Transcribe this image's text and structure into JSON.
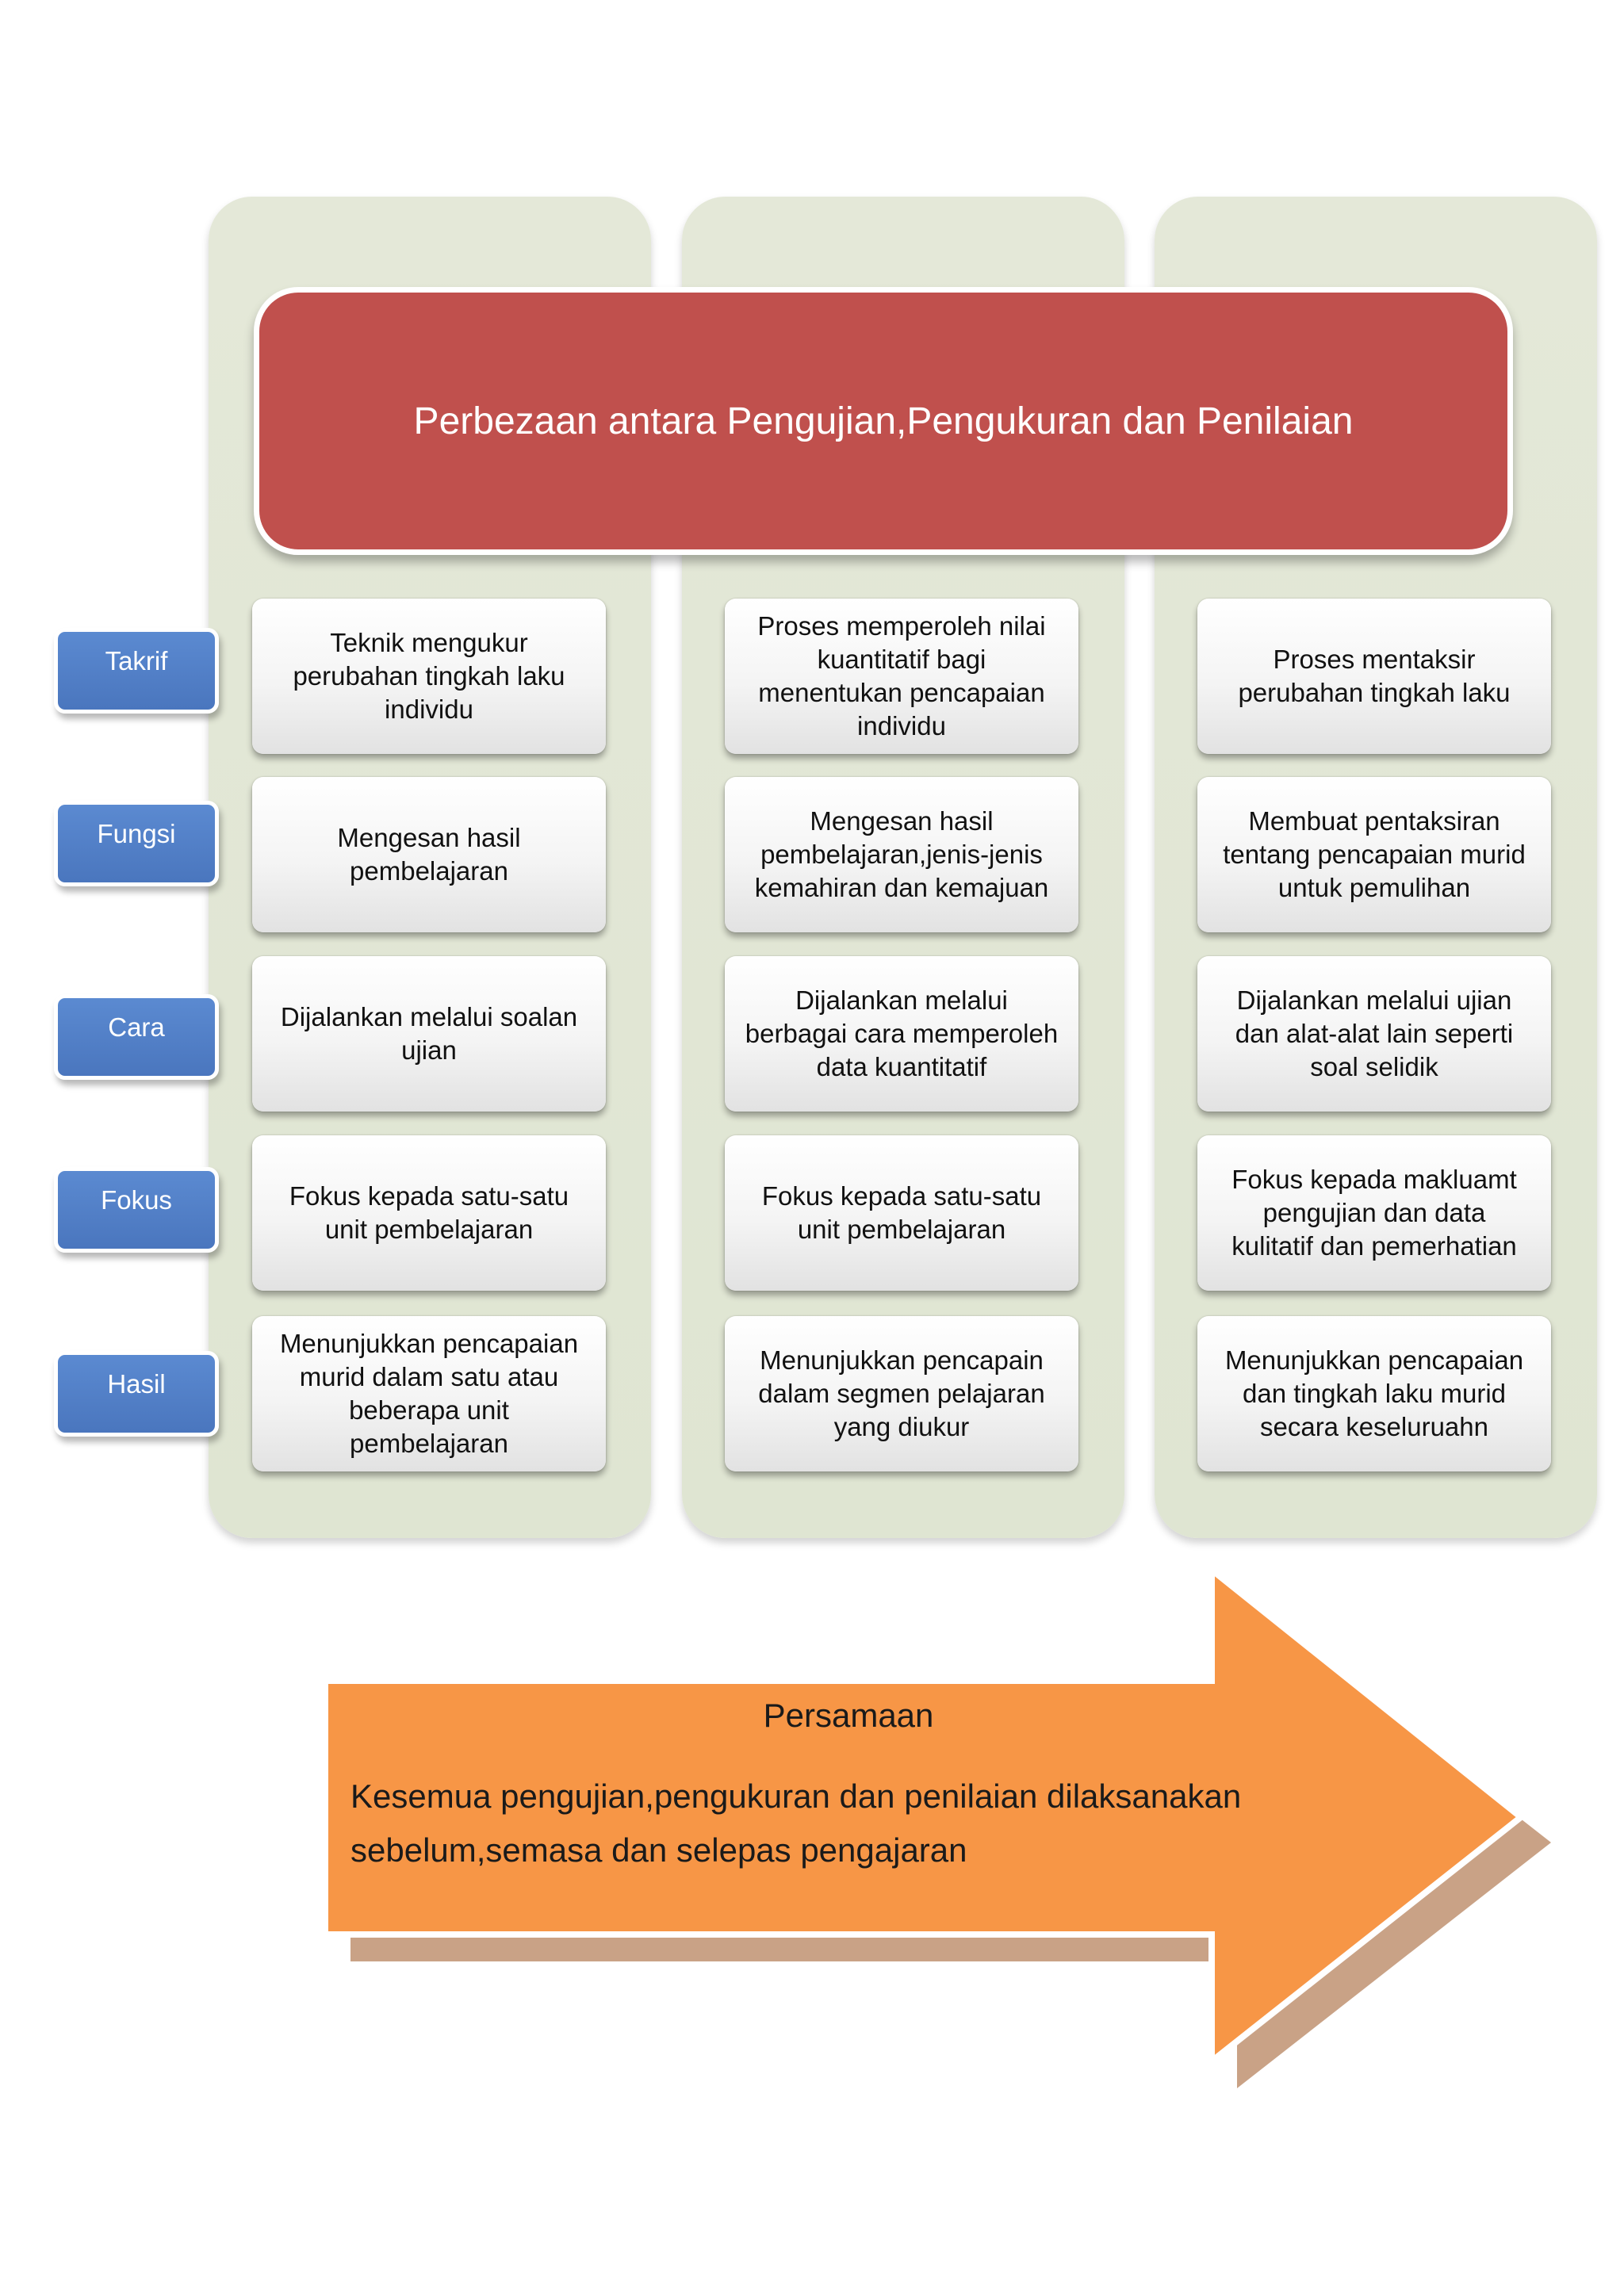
{
  "title": "Perbezaan antara Pengujian,Pengukuran dan Penilaian",
  "row_labels": [
    "Takrif",
    "Fungsi",
    "Cara",
    "Fokus",
    "Hasil"
  ],
  "columns": [
    {
      "cells": [
        "Teknik mengukur\nperubahan tingkah laku\nindividu",
        "Mengesan hasil\npembelajaran",
        "Dijalankan melalui soalan\nujian",
        "Fokus kepada satu-satu\nunit pembelajaran",
        "Menunjukkan pencapaian\nmurid dalam satu atau\nbeberapa unit\npembelajaran"
      ]
    },
    {
      "cells": [
        "Proses memperoleh nilai\nkuantitatif  bagi\nmenentukan pencapaian\nindividu",
        "Mengesan hasil\npembelajaran,jenis-jenis\nkemahiran dan kemajuan",
        "Dijalankan melalui\nberbagai cara memperoleh\ndata kuantitatif",
        "Fokus kepada satu-satu\nunit pembelajaran",
        "Menunjukkan pencapain\ndalam segmen pelajaran\nyang diukur"
      ]
    },
    {
      "cells": [
        "Proses mentaksir\nperubahan tingkah laku",
        "Membuat pentaksiran\ntentang pencapaian murid\nuntuk pemulihan",
        "Dijalankan melalui ujian\ndan alat-alat lain seperti\nsoal selidik",
        "Fokus kepada makluamt\npengujian dan data\nkulitatif dan pemerhatian",
        "Menunjukkan pencapaian\ndan tingkah laku murid\nsecara keseluruahn"
      ]
    }
  ],
  "similarity": {
    "title": "Persamaan",
    "text": "Kesemua pengujian,pengukuran dan penilaian dilaksanakan sebelum,semasa dan selepas pengajaran"
  },
  "colors": {
    "title_fill": "#c0504d",
    "label_fill": "#4f81bd",
    "column_bg": "#e1e6d4",
    "arrow_fill": "#f79646",
    "arrow_shadow": "#c9a286"
  }
}
